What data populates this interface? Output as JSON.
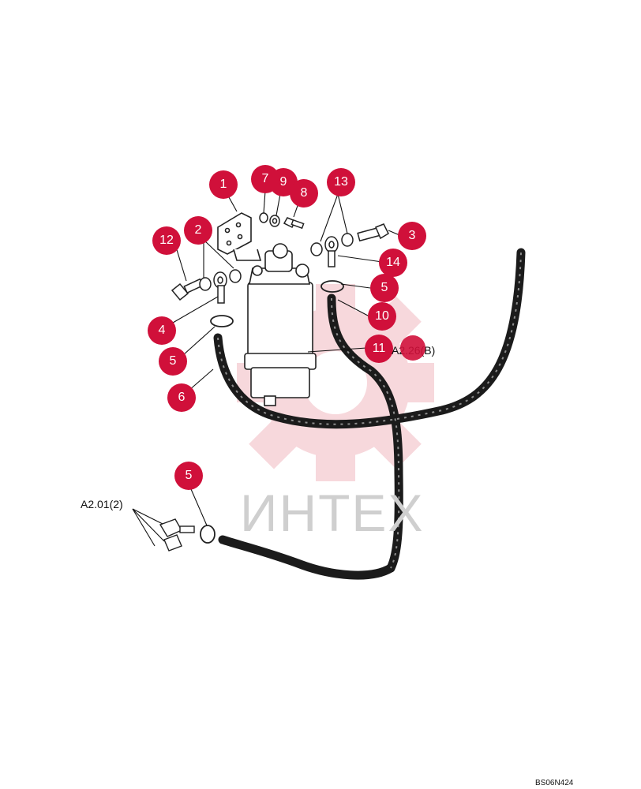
{
  "watermark": {
    "text": "ИНТЕХ"
  },
  "callouts": [
    "1",
    "7",
    "9",
    "8",
    "13",
    "2",
    "12",
    "3",
    "14",
    "5",
    "4",
    "10",
    "11",
    "5",
    "6",
    "5"
  ],
  "refs": {
    "filter_ref": "A2.26(B)",
    "tank_ref": "A2.01(2)"
  },
  "drawing_code": "BS06N424",
  "colors": {
    "callout": "#d0103a",
    "hose": "#1b1b1b",
    "watermark": "#f1c9cf"
  }
}
